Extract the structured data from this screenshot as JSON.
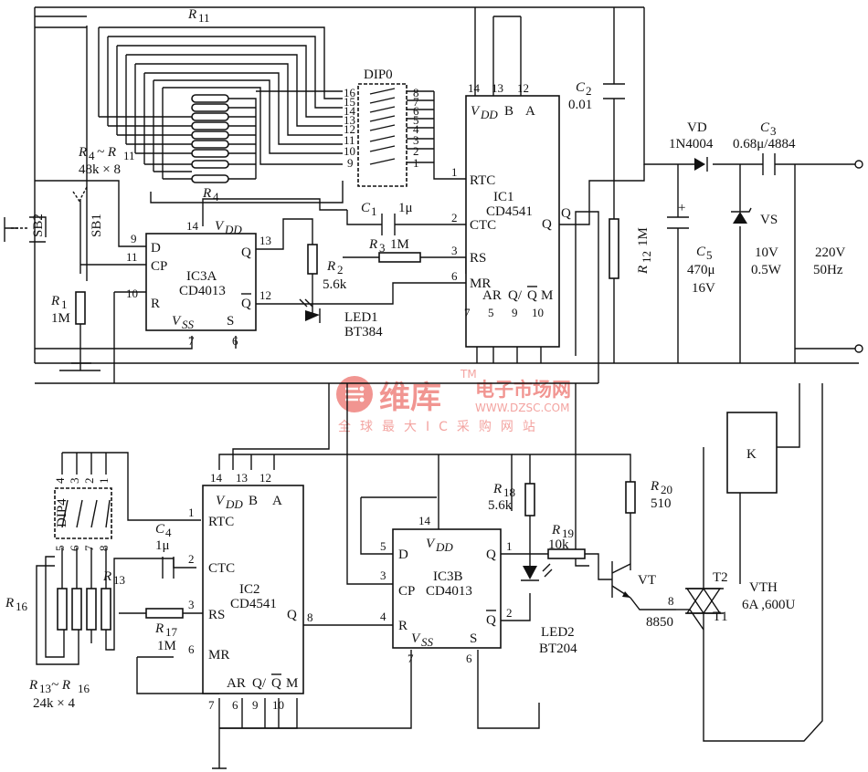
{
  "components": {
    "ic1": {
      "name": "IC1",
      "part": "CD4541",
      "vdd": "V",
      "vdd_sub": "DD",
      "b": "B",
      "a": "A",
      "rtc": "RTC",
      "ctc": "CTC",
      "rs": "RS",
      "mr": "MR",
      "q": "Q",
      "ar": "AR",
      "qq": "Q/",
      "qbar": "Q",
      "m": "M",
      "pins": {
        "p14": "14",
        "p13": "13",
        "p12": "12",
        "p1": "1",
        "p2": "2",
        "p3": "3",
        "p6": "6",
        "p7": "7",
        "p5": "5",
        "p9": "9",
        "p10": "10",
        "pq": "Q"
      }
    },
    "ic2": {
      "name": "IC2",
      "part": "CD4541",
      "vdd": "V",
      "vdd_sub": "DD",
      "b": "B",
      "a": "A",
      "rtc": "RTC",
      "ctc": "CTC",
      "rs": "RS",
      "mr": "MR",
      "q": "Q",
      "ar": "AR",
      "qq": "Q/",
      "qbar": "Q",
      "m": "M",
      "pins": {
        "p14": "14",
        "p13": "13",
        "p12": "12",
        "p1": "1",
        "p2": "2",
        "p3": "3",
        "p6": "6",
        "p7": "7",
        "p6b": "6",
        "p9": "9",
        "p10": "10",
        "p8": "8"
      }
    },
    "ic3a": {
      "name": "IC3A",
      "part": "CD4013",
      "vdd": "V",
      "vdd_sub": "DD",
      "vss": "V",
      "vss_sub": "SS",
      "d": "D",
      "cp": "CP",
      "r": "R",
      "s": "S",
      "q": "Q",
      "qbar": "Q",
      "pins": {
        "p14": "14",
        "p9": "9",
        "p11": "11",
        "p10": "10",
        "p13": "13",
        "p12": "12",
        "p7": "7",
        "p6": "6"
      }
    },
    "ic3b": {
      "name": "IC3B",
      "part": "CD4013",
      "vdd": "V",
      "vdd_sub": "DD",
      "vss": "V",
      "vss_sub": "SS",
      "d": "D",
      "cp": "CP",
      "r": "R",
      "s": "S",
      "q": "Q",
      "qbar": "Q",
      "pins": {
        "p14": "14",
        "p5": "5",
        "p3": "3",
        "p4": "4",
        "p1": "1",
        "p2": "2",
        "p7": "7",
        "p6": "6"
      }
    },
    "dip0": {
      "name": "DIP0",
      "left_pins": [
        "16",
        "15",
        "14",
        "13",
        "12",
        "11",
        "10",
        "9"
      ],
      "right_pins": [
        "8",
        "7",
        "6",
        "5",
        "4",
        "3",
        "2",
        "1"
      ]
    },
    "dip4": {
      "name": "DIP4",
      "top_pins": [
        "4",
        "3",
        "2",
        "1"
      ],
      "bottom_pins": [
        "5",
        "6",
        "7",
        "8"
      ]
    },
    "r11": {
      "label": "R",
      "sub": "11"
    },
    "r4_r11": {
      "label": "R",
      "sub": "4",
      "tilde": "~ R",
      "sub2": "11",
      "value": "48k × 8"
    },
    "r4": {
      "label": "R",
      "sub": "4"
    },
    "c1": {
      "label": "C",
      "sub": "1",
      "value": "1μ"
    },
    "r3": {
      "label": "R",
      "sub": "3",
      "value": "1M"
    },
    "r1": {
      "label": "R",
      "sub": "1",
      "value": "1M"
    },
    "r2": {
      "label": "R",
      "sub": "2",
      "value": "5.6k"
    },
    "led1": {
      "label": "LED1",
      "part": "BT384"
    },
    "sb1": {
      "label": "SB1"
    },
    "sb2": {
      "label": "SB2"
    },
    "c2": {
      "label": "C",
      "sub": "2",
      "value": "0.01"
    },
    "r12": {
      "label": "R",
      "sub": "12",
      "value": "1M"
    },
    "vd": {
      "label": "VD",
      "part": "1N4004"
    },
    "c3": {
      "label": "C",
      "sub": "3",
      "value": "0.68μ/4884"
    },
    "c5": {
      "label": "C",
      "sub": "5",
      "value": "470μ",
      "voltage": "16V",
      "plus": "+"
    },
    "vs": {
      "label": "VS",
      "value": "10V",
      "power": "0.5W"
    },
    "mains": {
      "voltage": "220V",
      "freq": "50Hz"
    },
    "c4": {
      "label": "C",
      "sub": "4",
      "value": "1μ"
    },
    "r13": {
      "label": "R",
      "sub": "13"
    },
    "r16": {
      "label": "R",
      "sub": "16"
    },
    "r13_r16": {
      "label": "R",
      "sub": "13",
      "tilde": "~ R",
      "sub2": "16",
      "value": "24k × 4"
    },
    "r17": {
      "label": "R",
      "sub": "17",
      "value": "1M"
    },
    "r18": {
      "label": "R",
      "sub": "18",
      "value": "5.6k"
    },
    "r19": {
      "label": "R",
      "sub": "19",
      "value": "10k"
    },
    "r20": {
      "label": "R",
      "sub": "20",
      "value": "510"
    },
    "led2": {
      "label": "LED2",
      "part": "BT204"
    },
    "vt": {
      "label": "VT",
      "part": "8850",
      "pin": "8"
    },
    "k": {
      "label": "K"
    },
    "vth": {
      "label": "VTH",
      "rating": "6A ,600U",
      "t2": "T2",
      "t1": "T1"
    }
  },
  "watermark": {
    "brand": "维库",
    "title": "电子市场网",
    "url": "WWW.DZSC.COM",
    "slogan": "全球最大IC采购网站",
    "tm": "TM"
  }
}
